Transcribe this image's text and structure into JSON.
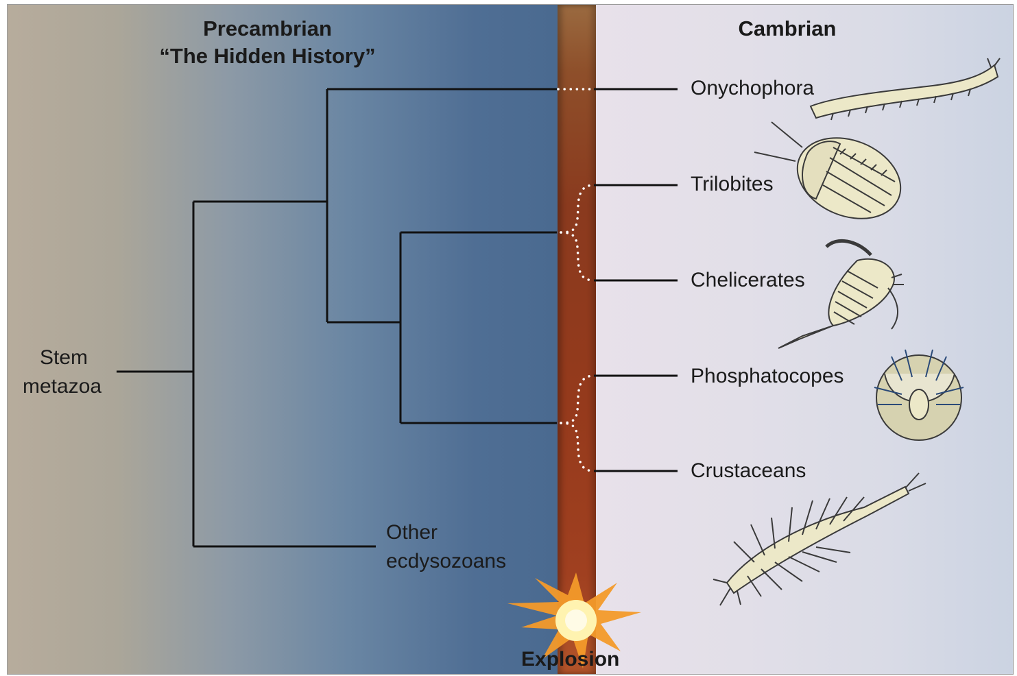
{
  "header": {
    "precambrian_title": "Precambrian",
    "precambrian_subtitle": "“The Hidden History”",
    "cambrian_title": "Cambrian"
  },
  "root_label": [
    "Stem",
    "metazoa"
  ],
  "outgroup_label": [
    "Other",
    "ecdysozoans"
  ],
  "taxa": [
    "Onychophora",
    "Trilobites",
    "Chelicerates",
    "Phosphatocopes",
    "Crustaceans"
  ],
  "event_label": "Explosion",
  "colors": {
    "precambrian_light": "#b7ac9c",
    "precambrian_dark": "#4a6a90",
    "cambrian_bg": "#e2dfe8",
    "boundary_band": "#8a3a1e",
    "explosion_core": "#fff6c0",
    "explosion_rays": "#f39a2a",
    "tree_line": "#111111",
    "organism_fill": "#ece8c8"
  }
}
